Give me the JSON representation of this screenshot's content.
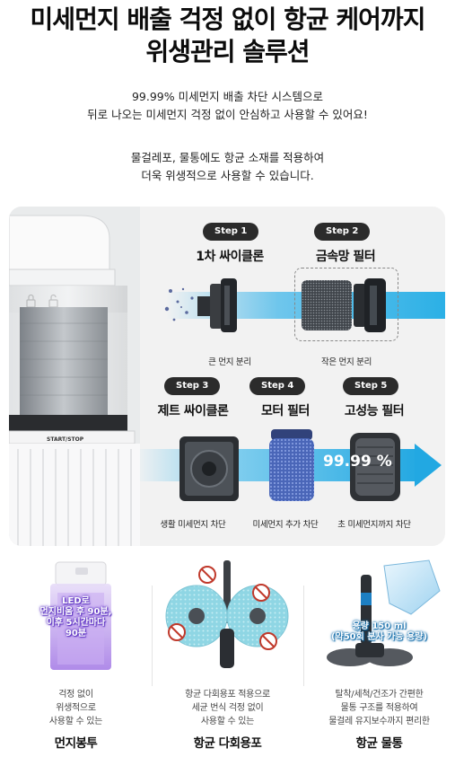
{
  "headline": {
    "line1": "미세먼지 배출 걱정 없이 항균 케어까지",
    "line2": "위생관리 솔루션"
  },
  "intro": {
    "p1_line1": "99.99% 미세먼지 배출 차단 시스템으로",
    "p1_line2": "뒤로 나오는 미세먼지 걱정 없이 안심하고 사용할 수 있어요!",
    "p2_line1": "물걸레포, 물통에도 항균 소재를 적용하여",
    "p2_line2": "더욱 위생적으로 사용할 수 있습니다."
  },
  "device": {
    "start_stop_label": "START/STOP"
  },
  "steps": [
    {
      "pill": "Step 1",
      "title": "1차 싸이클론",
      "caption": "큰 먼지 분리"
    },
    {
      "pill": "Step 2",
      "title": "금속망 필터",
      "caption": "작은 먼지 분리"
    },
    {
      "pill": "Step 3",
      "title": "제트 싸이클론",
      "caption": "생활 미세먼지 차단"
    },
    {
      "pill": "Step 4",
      "title": "모터 필터",
      "caption": "미세먼지 추가 차단"
    },
    {
      "pill": "Step 5",
      "title": "고성능 필터",
      "caption": "초 미세먼지까지 차단"
    }
  ],
  "filtration_rate": "99.99 %",
  "features": [
    {
      "overlay": [
        "LED로",
        "먼지비움 후 90분,",
        "이후 5시간마다",
        "90분"
      ],
      "desc": [
        "걱정 없이",
        "위생적으로",
        "사용할 수 있는"
      ],
      "name": "먼지봉투"
    },
    {
      "overlay": [],
      "desc": [
        "항균 다회용포 적용으로",
        "세균 번식 걱정 없이",
        "사용할 수 있는"
      ],
      "name": "항균 다회용포"
    },
    {
      "overlay": [
        "용량 150 ml",
        "(약50회 분사 가능 용량)"
      ],
      "desc": [
        "탈착/세척/건조가 간편한",
        "물통 구조를 적용하여",
        "물걸레 유지보수까지 편리한"
      ],
      "name": "항균 물통"
    }
  ],
  "colors": {
    "beam_blue": "#22a8e2",
    "step_pill": "#2b2b2b",
    "panel_bg": "#f2f2f2",
    "led_purple": "#9b6be0"
  }
}
